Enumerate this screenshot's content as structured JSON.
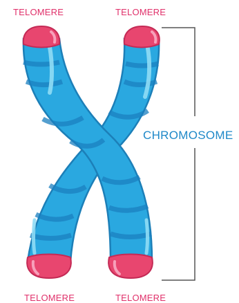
{
  "labels": {
    "telomere_top_left": "TELOMERE",
    "telomere_top_right": "TELOMERE",
    "telomere_bottom_left": "TELOMERE",
    "telomere_bottom_right": "TELOMERE",
    "chromosome": "CHROMOSOME"
  },
  "colors": {
    "telomere_label": "#e0306a",
    "chromosome_label": "#1e88c8",
    "chromatid_fill": "#2aa8e0",
    "chromatid_stroke": "#1c7fb8",
    "chromatid_band": "#1b80c0",
    "telomere_fill": "#e8466f",
    "telomere_stroke": "#c42a55",
    "highlight": "#8fdcf5",
    "bracket": "#555555"
  }
}
